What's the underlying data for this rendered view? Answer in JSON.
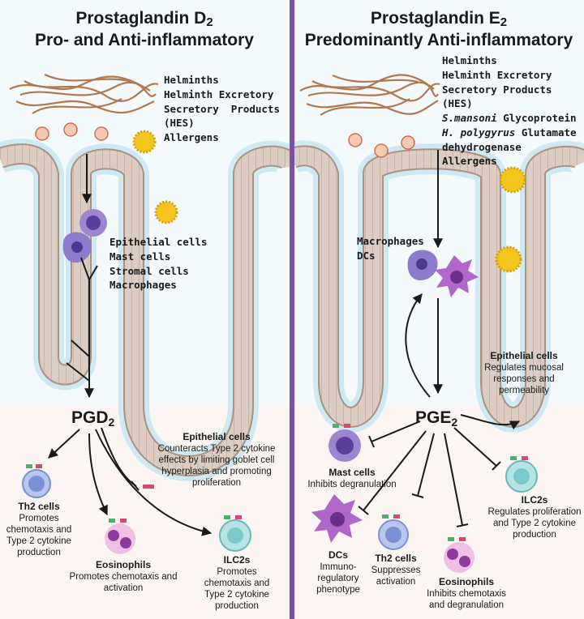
{
  "left": {
    "title_line1": "Prostaglandin D",
    "title_line1_sub": "2",
    "title_line2": "Pro- and Anti-inflammatory",
    "stimuli": [
      "Helminths",
      "Helminth Excretory",
      "Secretory  Products",
      "(HES)",
      "Allergens"
    ],
    "sources": [
      "Epithelial cells",
      "Mast cells",
      "Stromal cells",
      "Macrophages"
    ],
    "mediator": "PGD",
    "mediator_sub": "2",
    "epithelial": {
      "title": "Epithelial cells",
      "desc": "Counteracts Type 2 cytokine effects by limiting goblet cell hyperplasia and promoting proliferation"
    },
    "th2": {
      "title": "Th2 cells",
      "desc": "Promotes chemotaxis and Type 2 cytokine production"
    },
    "eosinophils": {
      "title": "Eosinophils",
      "desc": "Promotes chemotaxis and activation"
    },
    "ilc2s": {
      "title": "ILC2s",
      "desc": "Promotes chemotaxis and Type 2 cytokine production"
    }
  },
  "right": {
    "title_line1": "Prostaglandin E",
    "title_line1_sub": "2",
    "title_line2": "Predominantly Anti-inflammatory",
    "stimuli": [
      "Helminths",
      "Helminth Excretory",
      "Secretory Products (HES)"
    ],
    "stimuli_italic_1": {
      "italic": "S.mansoni",
      "rest": " Glycoprotein"
    },
    "stimuli_italic_2": {
      "italic": "H. polygyrus",
      "rest": " Glutamate"
    },
    "stimuli_tail": [
      "dehydrogenase",
      "Allergens"
    ],
    "sources": [
      "Macrophages",
      "DCs"
    ],
    "mediator": "PGE",
    "mediator_sub": "2",
    "epithelial": {
      "title": "Epithelial cells",
      "desc": "Regulates mucosal responses and permeability"
    },
    "mast": {
      "title": "Mast cells",
      "desc": "Inhibits degranulation"
    },
    "dcs": {
      "title": "DCs",
      "desc": "Immuno-regulatory phenotype"
    },
    "th2": {
      "title": "Th2 cells",
      "desc": "Suppresses activation"
    },
    "ilc2s": {
      "title": "ILC2s",
      "desc": "Regulates proliferation and Type 2 cytokine production"
    },
    "eosinophils": {
      "title": "Eosinophils",
      "desc": "Inhibits chemotaxis and degranulation"
    }
  },
  "colors": {
    "divider": "#7b4fa6",
    "background_tint": "#eef6fb",
    "mucus": "#d6eef6",
    "epithelium": "#d9cbc2",
    "epithelium_edge": "#a89286",
    "helminth": "#b07850",
    "allergen": "#f3c51d",
    "arrow": "#1a1a1a"
  }
}
